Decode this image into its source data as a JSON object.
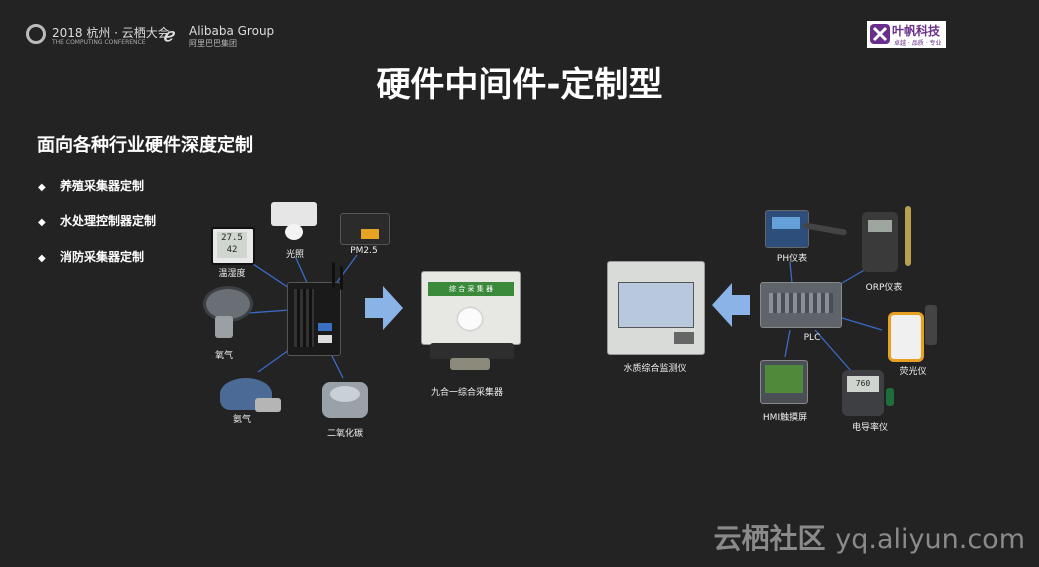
{
  "header": {
    "conference_title": "2018 杭州 · 云栖大会",
    "conference_sub": "THE COMPUTING CONFERENCE",
    "alibaba_name": "Alibaba Group",
    "alibaba_cn": "阿里巴巴集团",
    "company_name": "叶帆科技",
    "company_slogan": "卓越 · 品质 · 专业"
  },
  "title": "硬件中间件-定制型",
  "subtitle": "面向各种行业硬件深度定制",
  "bullets": [
    "养殖采集器定制",
    "水处理控制器定制",
    "消防采集器定制"
  ],
  "left_diagram": {
    "sensors": [
      "温湿度",
      "光照",
      "PM2.5",
      "氧气",
      "氨气",
      "二氧化碳"
    ],
    "collector_label": "九合一综合采集器",
    "collector_panel_text": "综 合 采 集 器"
  },
  "right_diagram": {
    "monitor_label": "水质综合监测仪",
    "devices": [
      "PH仪表",
      "ORP仪表",
      "PLC",
      "荧光仪",
      "HMI触摸屏",
      "电导率仪"
    ]
  },
  "watermark": {
    "cn": "云栖社区",
    "en": "yq.aliyun.com"
  },
  "colors": {
    "background": "#232323",
    "connector_blue": "#3a6bc8",
    "arrow_blue": "#8ab4e8",
    "brand_purple": "#6a2f8c"
  }
}
